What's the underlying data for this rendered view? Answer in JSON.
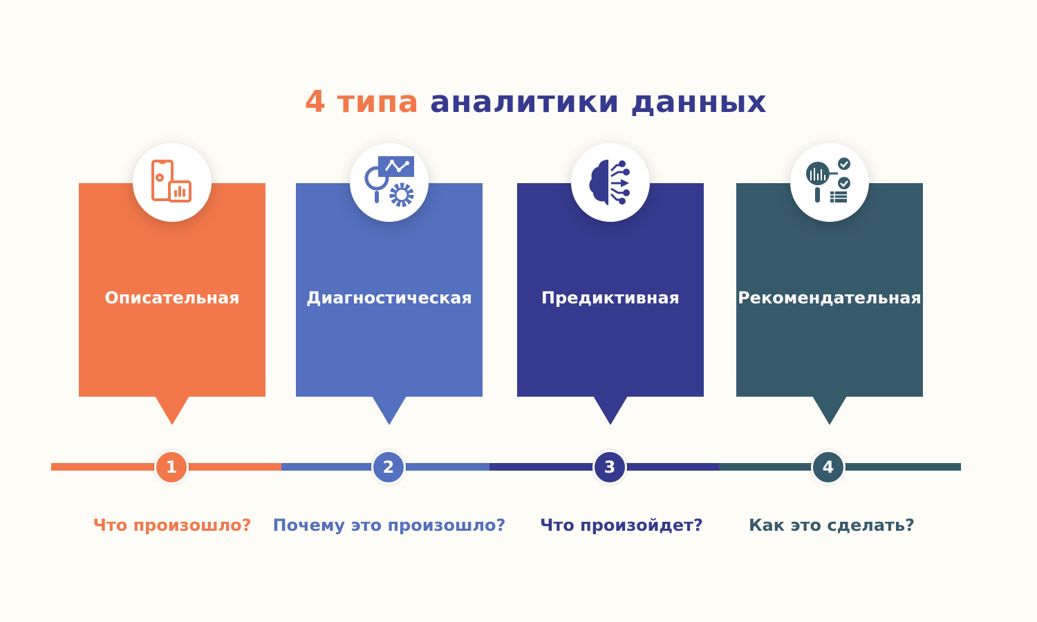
{
  "title": {
    "part1": "4 типа",
    "part2": "аналитики данных"
  },
  "colors": {
    "orange": "#F2784B",
    "blue": "#5470BE",
    "indigo": "#363A8E",
    "teal": "#375A6B",
    "background": "#FDFCF6"
  },
  "types": [
    {
      "number": "1",
      "label": "Описательная",
      "question": "Что произошло?",
      "icon": "phone-chart-icon",
      "color": "#F2784B"
    },
    {
      "number": "2",
      "label": "Диагностическая",
      "question": "Почему это произошло?",
      "icon": "magnifier-gear-chart-icon",
      "color": "#5470BE"
    },
    {
      "number": "3",
      "label": "Предиктивная",
      "question": "Что произойдет?",
      "icon": "brain-circuit-icon",
      "color": "#363A8E"
    },
    {
      "number": "4",
      "label": "Рекомендательная",
      "question": "Как это сделать?",
      "icon": "magnifier-checklist-icon",
      "color": "#375A6B"
    }
  ]
}
